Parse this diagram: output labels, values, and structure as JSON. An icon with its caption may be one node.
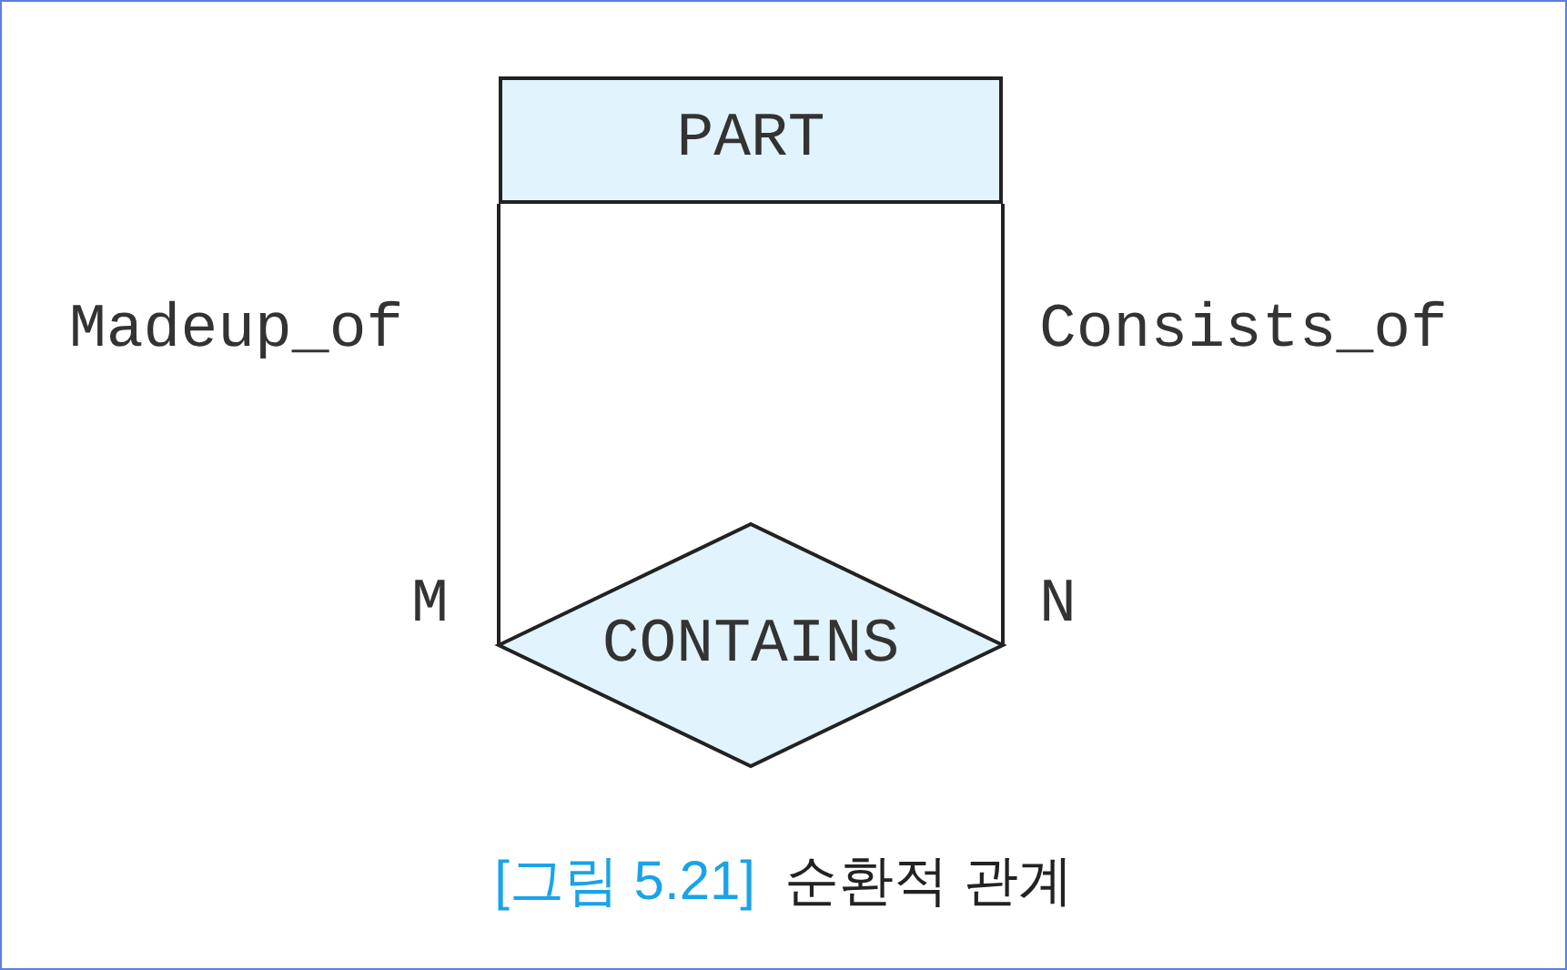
{
  "diagram": {
    "caption": "순환적 관계",
    "nodes": [
      {
        "text": [
          "PART"
        ]
      },
      {
        "text": [
          "CONTAINS"
        ]
      }
    ],
    "edges": [
      {
        "from": 0,
        "to": 1,
        "arrow": "none",
        "label": "Madeup_of"
      },
      {
        "from": 0,
        "to": 1,
        "arrow": "none",
        "label": "Consists_of"
      }
    ],
    "labels": [
      "M",
      "N",
      "[그림 5.21]"
    ]
  }
}
